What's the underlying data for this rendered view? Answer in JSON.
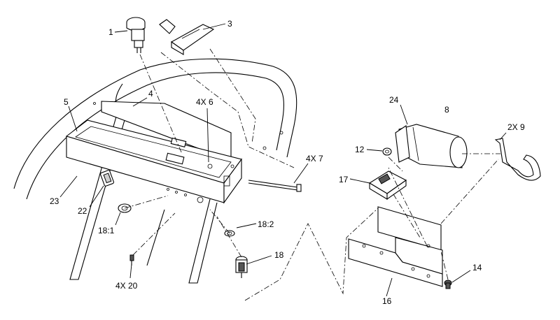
{
  "callouts": {
    "c1": "1",
    "c3": "3",
    "c4": "4",
    "c5": "5",
    "c4x6": "4X 6",
    "c4x7": "4X 7",
    "c24": "24",
    "c8": "8",
    "c2x9": "2X 9",
    "c12": "12",
    "c17": "17",
    "c23": "23",
    "c22": "22",
    "c18_1": "18:1",
    "c18_2": "18:2",
    "c18": "18",
    "c4x20": "4X 20",
    "c14": "14",
    "c16": "16"
  }
}
